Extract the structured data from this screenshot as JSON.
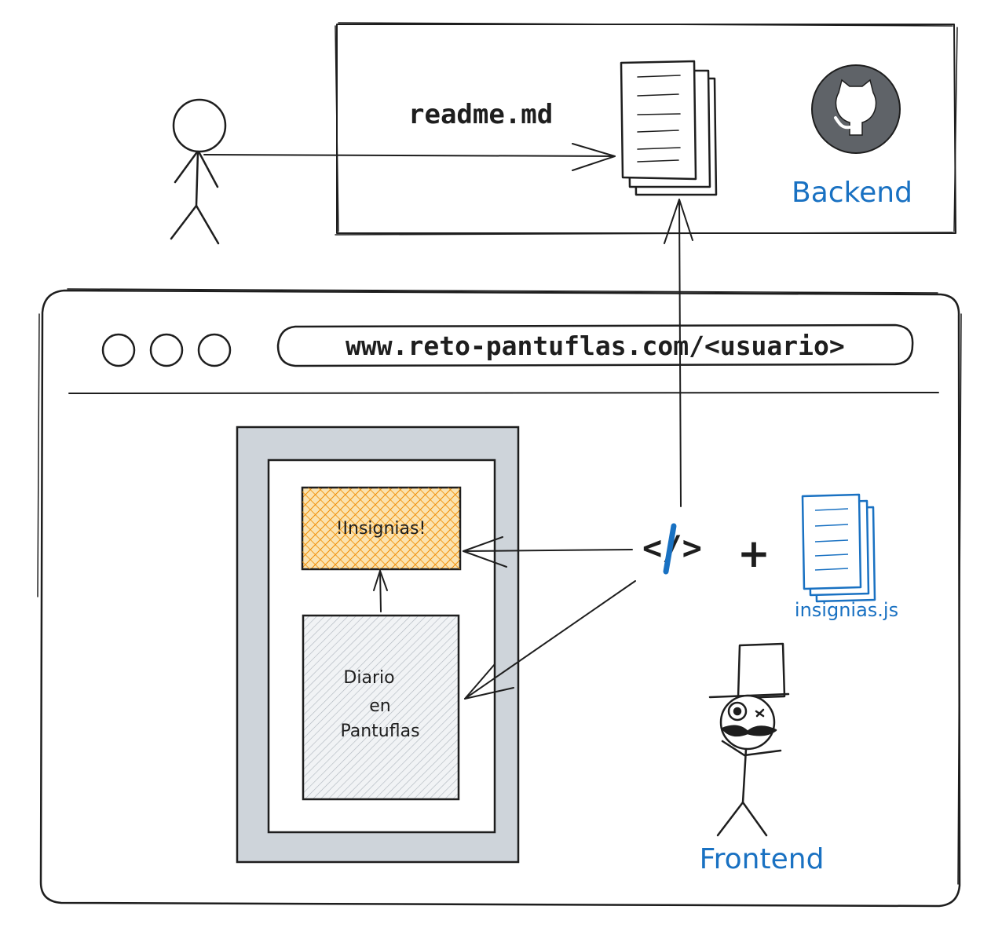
{
  "backend": {
    "file_label": "readme.md",
    "title": "Backend",
    "icon": "github-icon"
  },
  "browser": {
    "url": "www.reto-pantuflas.com/<usuario>"
  },
  "page": {
    "badges_box": "!Insignias!",
    "diary_line1": "Diario",
    "diary_line2": "en",
    "diary_line3": "Pantuflas"
  },
  "frontend": {
    "code_symbol": "</>",
    "plus": "+",
    "script_label": "insignias.js",
    "title": "Frontend"
  },
  "colors": {
    "ink": "#1e1e1e",
    "accent_blue": "#1971c2",
    "badge_orange": "#f2a93b",
    "panel_gray": "#ced4da",
    "diary_gray": "#dee2e6",
    "github_gray": "#5f6368"
  }
}
